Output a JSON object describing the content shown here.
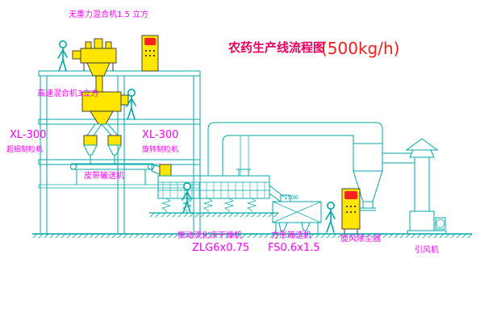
{
  "title": {
    "main": "农药生产线流程图",
    "capacity": "(500kg/h)"
  },
  "labels": {
    "gravity_free_mixer": "无重力混合机1.5 立方",
    "high_speed_mixer": "高速混合机3立方",
    "granulator_left_model": "XL-300",
    "granulator_left_name": "超细制粒机",
    "granulator_right_model": "XL-300",
    "granulator_right_name": "旋转制粒机",
    "belt_conveyor": "皮带输送机",
    "dryer_name": "振动流化床干燥机",
    "dryer_model": "ZLG6x0.75",
    "sieve_name": "方形筛选机",
    "sieve_model": "FS0.6x1.5",
    "cyclone": "旋风除尘器",
    "fan": "引风机"
  },
  "dimensions": {
    "sieve_length": "1500"
  },
  "colors": {
    "cad_line": "#00a9a9",
    "equipment_yellow": "#ffe600",
    "label_magenta": "#ff00ff",
    "title_red": "#e8005f",
    "capacity_red": "#ff1a1a",
    "button_red": "#ff2020"
  }
}
